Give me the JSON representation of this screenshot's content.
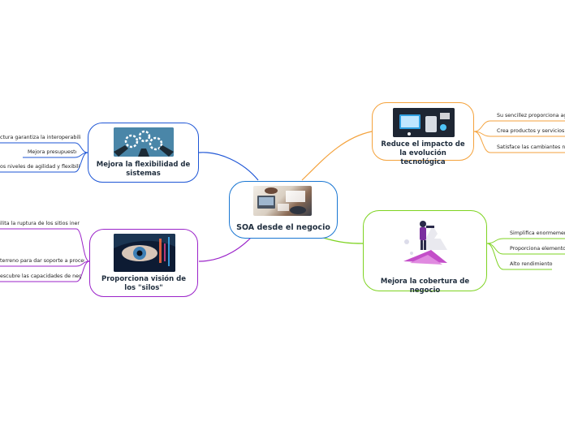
{
  "central": {
    "label": "SOA desde el negocio"
  },
  "colors": {
    "central": "#1976d2",
    "blue": "#1e56d6",
    "orange": "#f4a23c",
    "purple": "#9b23c9",
    "green": "#7ed321"
  },
  "branches": {
    "flexibility": {
      "label": "Mejora la flexibilidad de sistemas",
      "icon": "gears-hands-image",
      "leaves": [
        "ctura garantiza la interoperabilidad",
        "Mejora presupuesto",
        "os niveles de agilidad y flexibilidad"
      ]
    },
    "silos": {
      "label": "Proporciona visión de los \"silos\"",
      "icon": "eye-image",
      "leaves": [
        "ilita la ruptura de los sitios inernos",
        "terreno para dar soporte a procesos",
        "escubre las capacidades de negocio"
      ]
    },
    "tech": {
      "label": "Reduce el impacto de la evolución tecnológica",
      "icon": "tech-devices-image",
      "leaves": [
        "Su sencillez proporciona agili",
        "Crea productos y servicios má",
        "Satisface las cambiantes nece"
      ]
    },
    "coverage": {
      "label": "Mejora la cobertura de negocio",
      "icon": "explorer-illustration",
      "leaves": [
        "Simplifica enormemente",
        "Proporciona elemento p",
        "Alto rendimiento"
      ]
    }
  }
}
